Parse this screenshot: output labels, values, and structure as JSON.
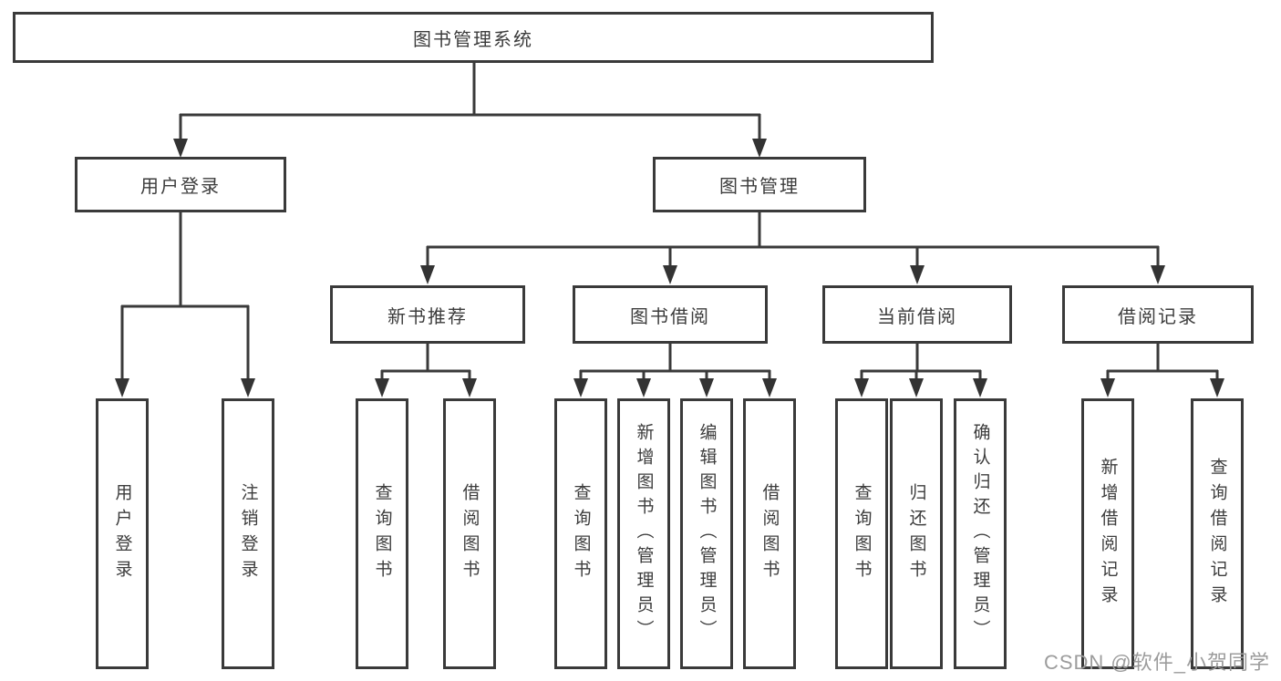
{
  "diagram": {
    "colors": {
      "line": "#3a3a3a",
      "box_border": "#3a3a3a",
      "text": "#3c3c3c",
      "watermark": "#9c9c9c",
      "background": "#ffffff"
    },
    "tree": {
      "label": "图书管理系统",
      "children": [
        {
          "label": "用户登录",
          "children": [
            {
              "label": "用户登录"
            },
            {
              "label": "注销登录"
            }
          ]
        },
        {
          "label": "图书管理",
          "children": [
            {
              "label": "新书推荐",
              "children": [
                {
                  "label": "查询图书"
                },
                {
                  "label": "借阅图书"
                }
              ]
            },
            {
              "label": "图书借阅",
              "children": [
                {
                  "label": "查询图书"
                },
                {
                  "label": "新增图书（管理员）"
                },
                {
                  "label": "编辑图书（管理员）"
                },
                {
                  "label": "借阅图书"
                }
              ]
            },
            {
              "label": "当前借阅",
              "children": [
                {
                  "label": "查询图书"
                },
                {
                  "label": "归还图书"
                },
                {
                  "label": "确认归还（管理员）"
                }
              ]
            },
            {
              "label": "借阅记录",
              "children": [
                {
                  "label": "新增借阅记录"
                },
                {
                  "label": "查询借阅记录"
                }
              ]
            }
          ]
        }
      ]
    },
    "watermark": "CSDN @软件_小贺同学"
  }
}
